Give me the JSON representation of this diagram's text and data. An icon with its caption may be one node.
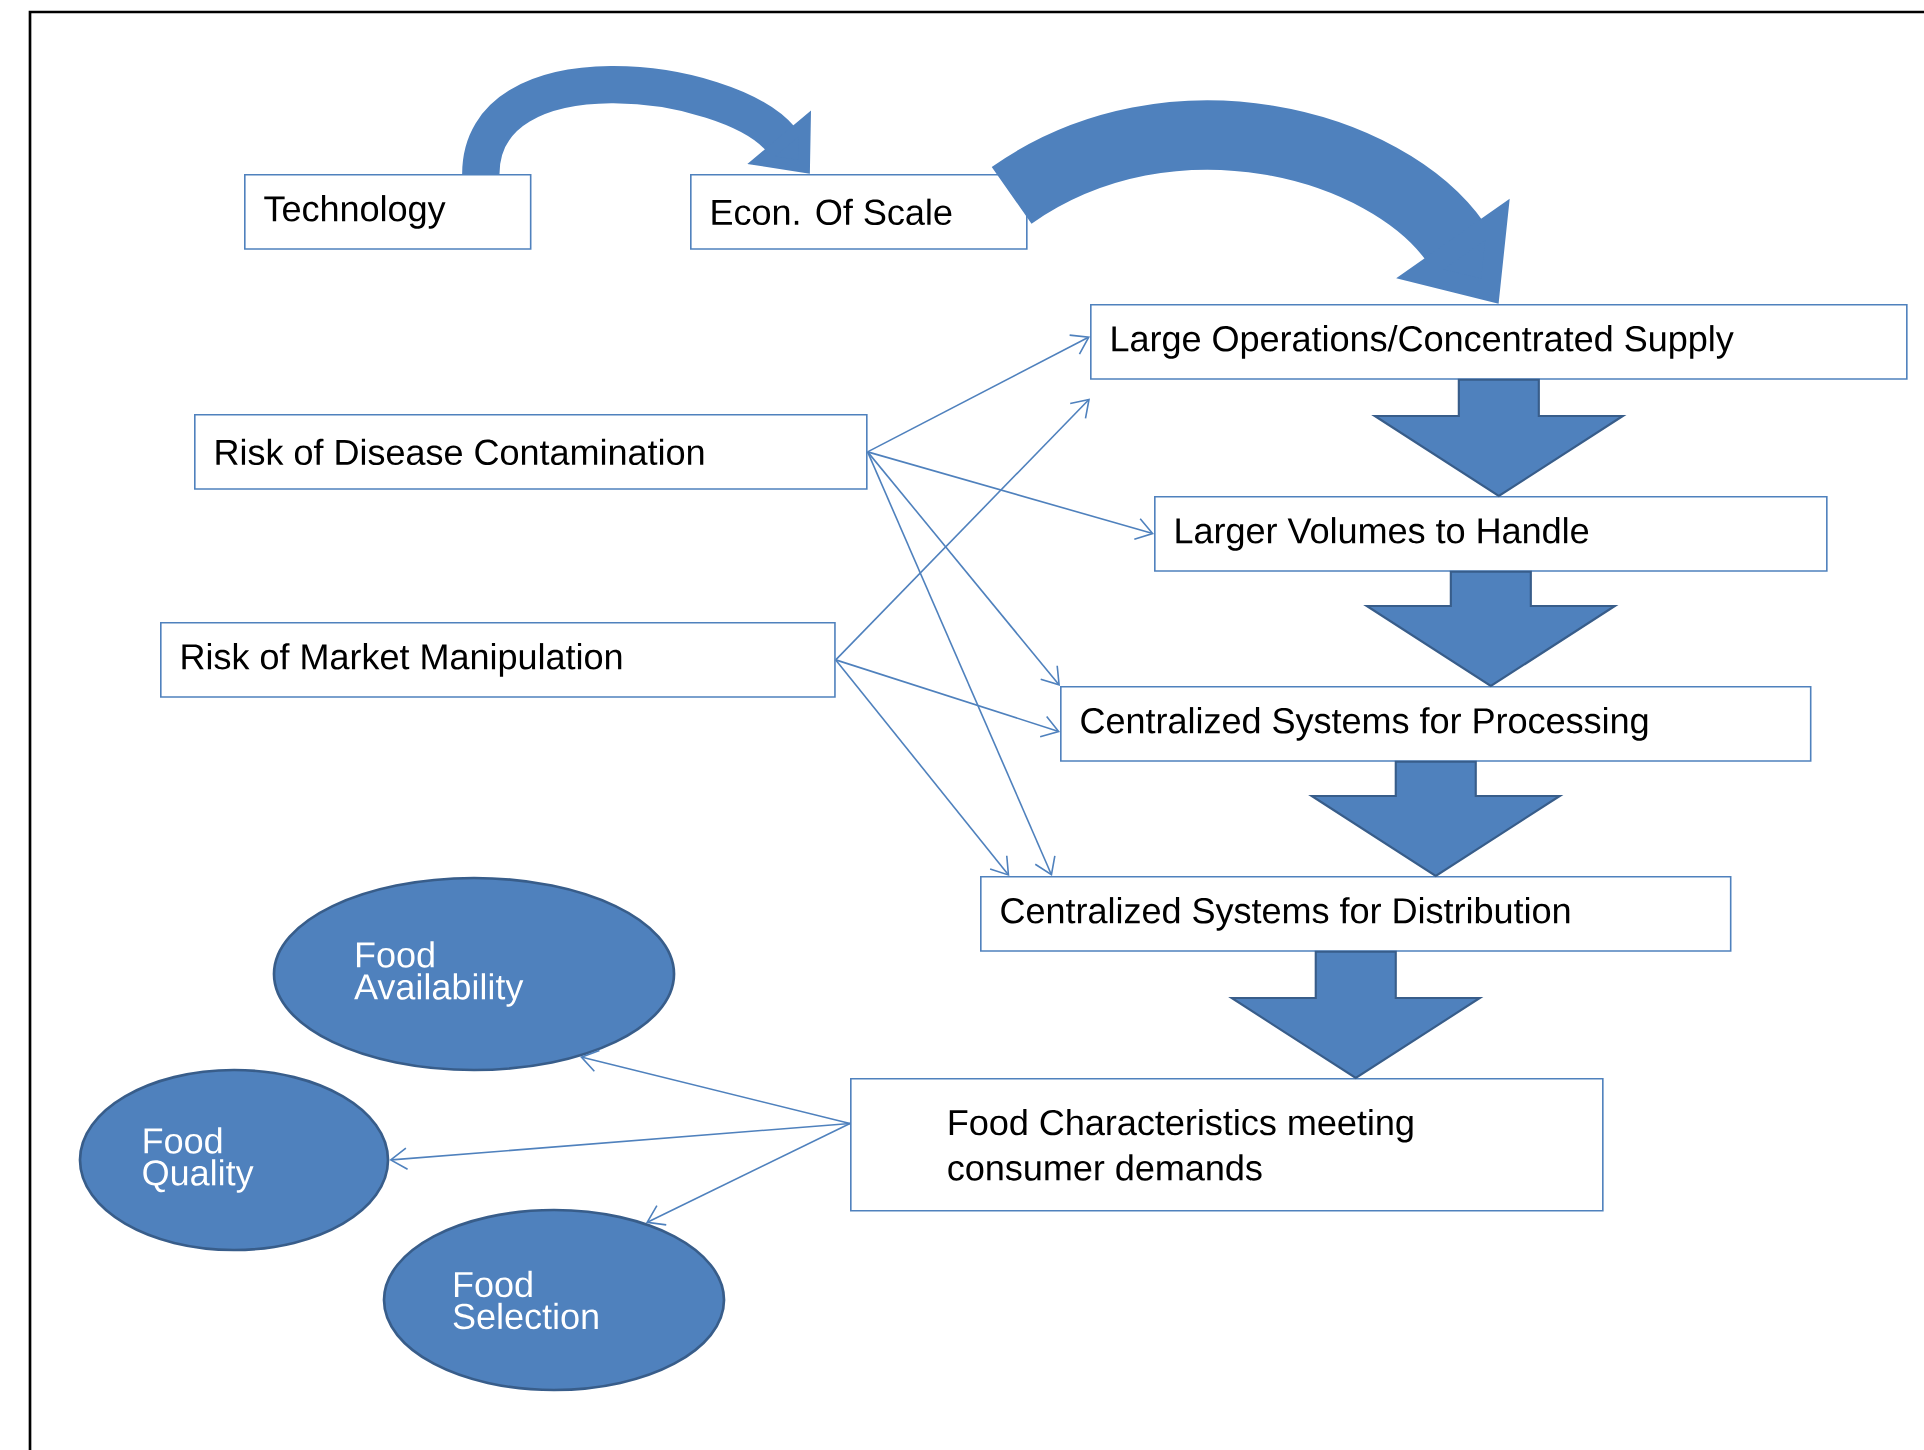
{
  "diagram": {
    "nodes": [
      {
        "text": [
          "Technology"
        ]
      },
      {
        "text": [
          "Econ. Of Scale"
        ]
      },
      {
        "text": [
          "Large Operations/Concentrated Supply"
        ]
      },
      {
        "text": [
          "Risk of Disease Contamination"
        ]
      },
      {
        "text": [
          "Larger Volumes to Handle"
        ]
      },
      {
        "text": [
          "Risk of Market Manipulation"
        ]
      },
      {
        "text": [
          "Centralized Systems for Processing"
        ]
      },
      {
        "text": [
          "Centralized Systems for Distribution"
        ]
      },
      {
        "text": [
          "Food Availability"
        ]
      },
      {
        "text": [
          "Food Characteristics meeting consumer demands"
        ]
      },
      {
        "text": [
          "Food Quality"
        ]
      },
      {
        "text": [
          "Food Selection"
        ]
      }
    ],
    "edges": [
      {
        "from": 0,
        "to": 1,
        "arrow": "to",
        "style": "thick"
      },
      {
        "from": 1,
        "to": 2,
        "arrow": "to",
        "style": "thick"
      },
      {
        "from": 2,
        "to": 4,
        "arrow": "to",
        "style": "thick"
      },
      {
        "from": 4,
        "to": 6,
        "arrow": "to",
        "style": "thick"
      },
      {
        "from": 6,
        "to": 7,
        "arrow": "to",
        "style": "thick"
      },
      {
        "from": 7,
        "to": 9,
        "arrow": "to",
        "style": "thick"
      },
      {
        "from": 3,
        "to": 2,
        "arrow": "to"
      },
      {
        "from": 3,
        "to": 4,
        "arrow": "to"
      },
      {
        "from": 3,
        "to": 6,
        "arrow": "to"
      },
      {
        "from": 3,
        "to": 7,
        "arrow": "to"
      },
      {
        "from": 5,
        "to": 2,
        "arrow": "to"
      },
      {
        "from": 5,
        "to": 6,
        "arrow": "to"
      },
      {
        "from": 5,
        "to": 7,
        "arrow": "to"
      },
      {
        "from": 9,
        "to": 8,
        "arrow": "to"
      },
      {
        "from": 9,
        "to": 10,
        "arrow": "to"
      },
      {
        "from": 9,
        "to": 11,
        "arrow": "to"
      }
    ]
  }
}
